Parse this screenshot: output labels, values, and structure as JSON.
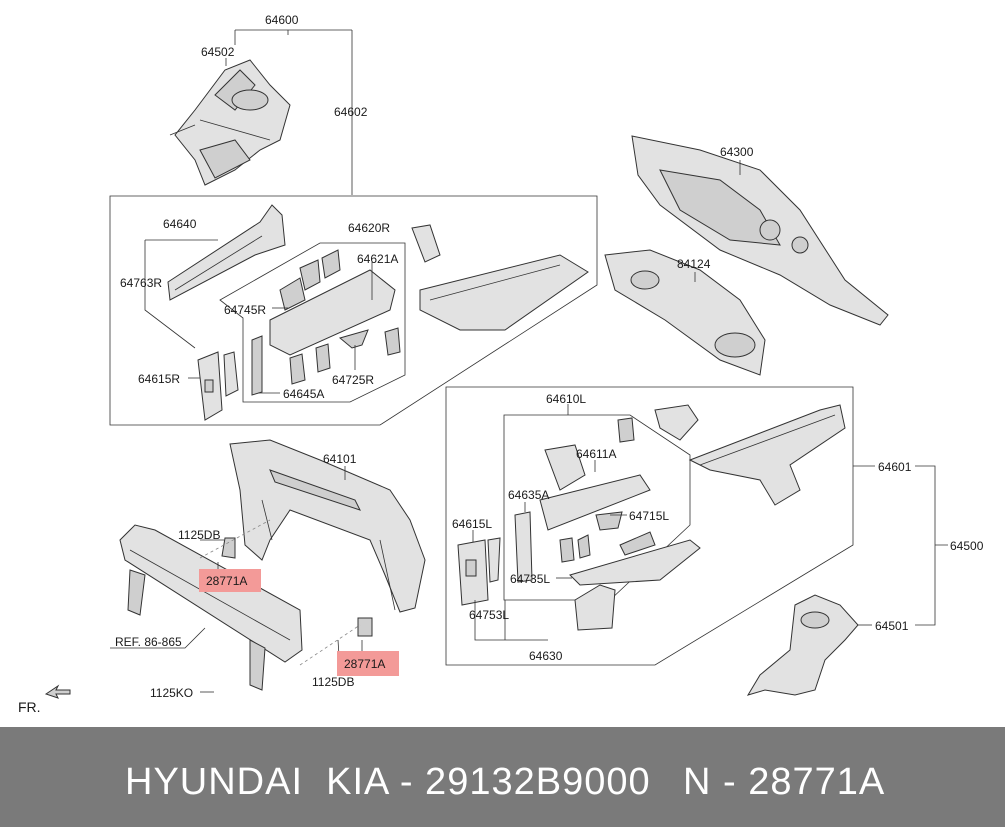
{
  "footer": {
    "brand_part": "HYUNDAI  KIA - 29132B9000",
    "oem_number": "N - 28771A"
  },
  "labels": {
    "l64600": "64600",
    "l64502": "64502",
    "l64602": "64602",
    "l64300": "64300",
    "l84124": "84124",
    "l64640": "64640",
    "l64620R": "64620R",
    "l64621A_top": "64621A",
    "l64763R": "64763R",
    "l64745R": "64745R",
    "l64615R": "64615R",
    "l64725R": "64725R",
    "l64645A": "64645A",
    "l64101": "64101",
    "l1125DB_top": "1125DB",
    "l28771A_left": "28771A",
    "lREF": "REF. 86-865",
    "l28771A_right": "28771A",
    "l1125DB_bottom": "1125DB",
    "l1125KO": "1125KO",
    "lFR": "FR.",
    "l64610L": "64610L",
    "l64611A": "64611A",
    "l64635A": "64635A",
    "l64715L": "64715L",
    "l64615L": "64615L",
    "l64735L": "64735L",
    "l64753L": "64753L",
    "l64630": "64630",
    "l64601": "64601",
    "l64500": "64500",
    "l64501": "64501"
  },
  "colors": {
    "highlight": "#f39a98",
    "footer_bg": "#7a7a7a"
  }
}
